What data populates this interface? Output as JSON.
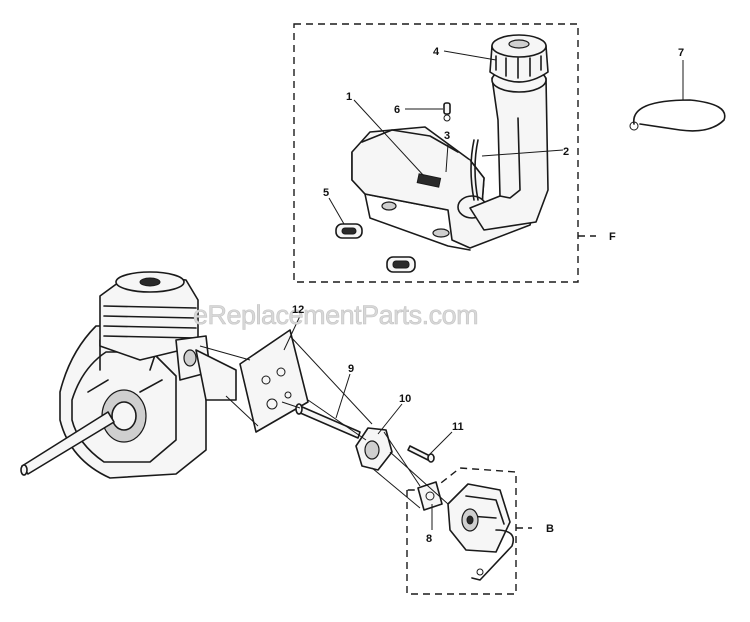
{
  "watermark": "eReplacementParts.com",
  "callouts": {
    "c1": "1",
    "c2": "2",
    "c3": "3",
    "c4": "4",
    "c5": "5",
    "c6": "6",
    "c7": "7",
    "c8": "8",
    "c9": "9",
    "c10": "10",
    "c11": "11",
    "c12": "12",
    "groupF": "F",
    "groupB": "B"
  }
}
